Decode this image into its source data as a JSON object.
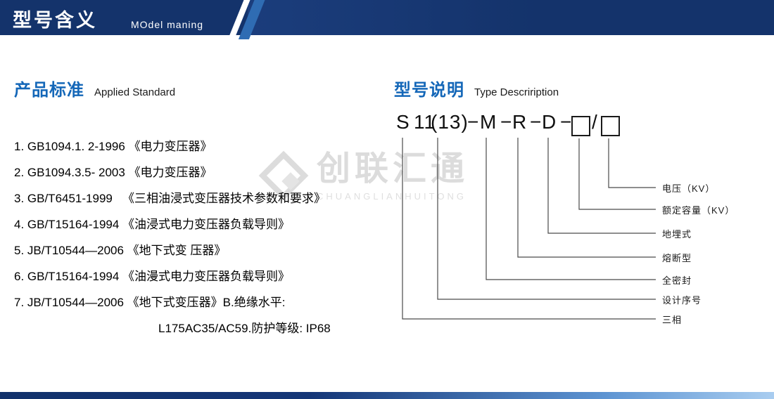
{
  "header": {
    "title": "型号含义",
    "subtitle": "MOdel maning"
  },
  "watermark": {
    "name": "创联汇通",
    "sub": "CHUANGLIANHUITONG"
  },
  "standards": {
    "title": "产品标准",
    "subtitle": "Applied Standard",
    "items": [
      "1. GB1094.1. 2-1996 《电力变压器》",
      "2. GB1094.3.5- 2003 《电力变压器》",
      "3. GB/T6451-1999   《三相油浸式变压器技术参数和要求》",
      "4. GB/T15164-1994 《油浸式电力变压器负载导则》",
      "5. JB/T10544—2006 《地下式变 压器》",
      "6. GB/T15164-1994 《油漫式电力变压器负载导则》",
      "7. JB/T10544—2006 《地下式变压器》B.绝缘水平:",
      "L175AC35/AC59.防护等级: IP68"
    ]
  },
  "model": {
    "title": "型号说明",
    "subtitle": "Type Descriription",
    "parts": {
      "phase": "S",
      "design": "11",
      "design2": "(13)",
      "dash": "−",
      "sealed": "M",
      "fuse": "R",
      "buried": "D",
      "slash": "/"
    },
    "labels": [
      "电压（KV）",
      "额定容量（KV）",
      "地埋式",
      "熔断型",
      "全密封",
      "设计序号",
      "三相"
    ]
  }
}
